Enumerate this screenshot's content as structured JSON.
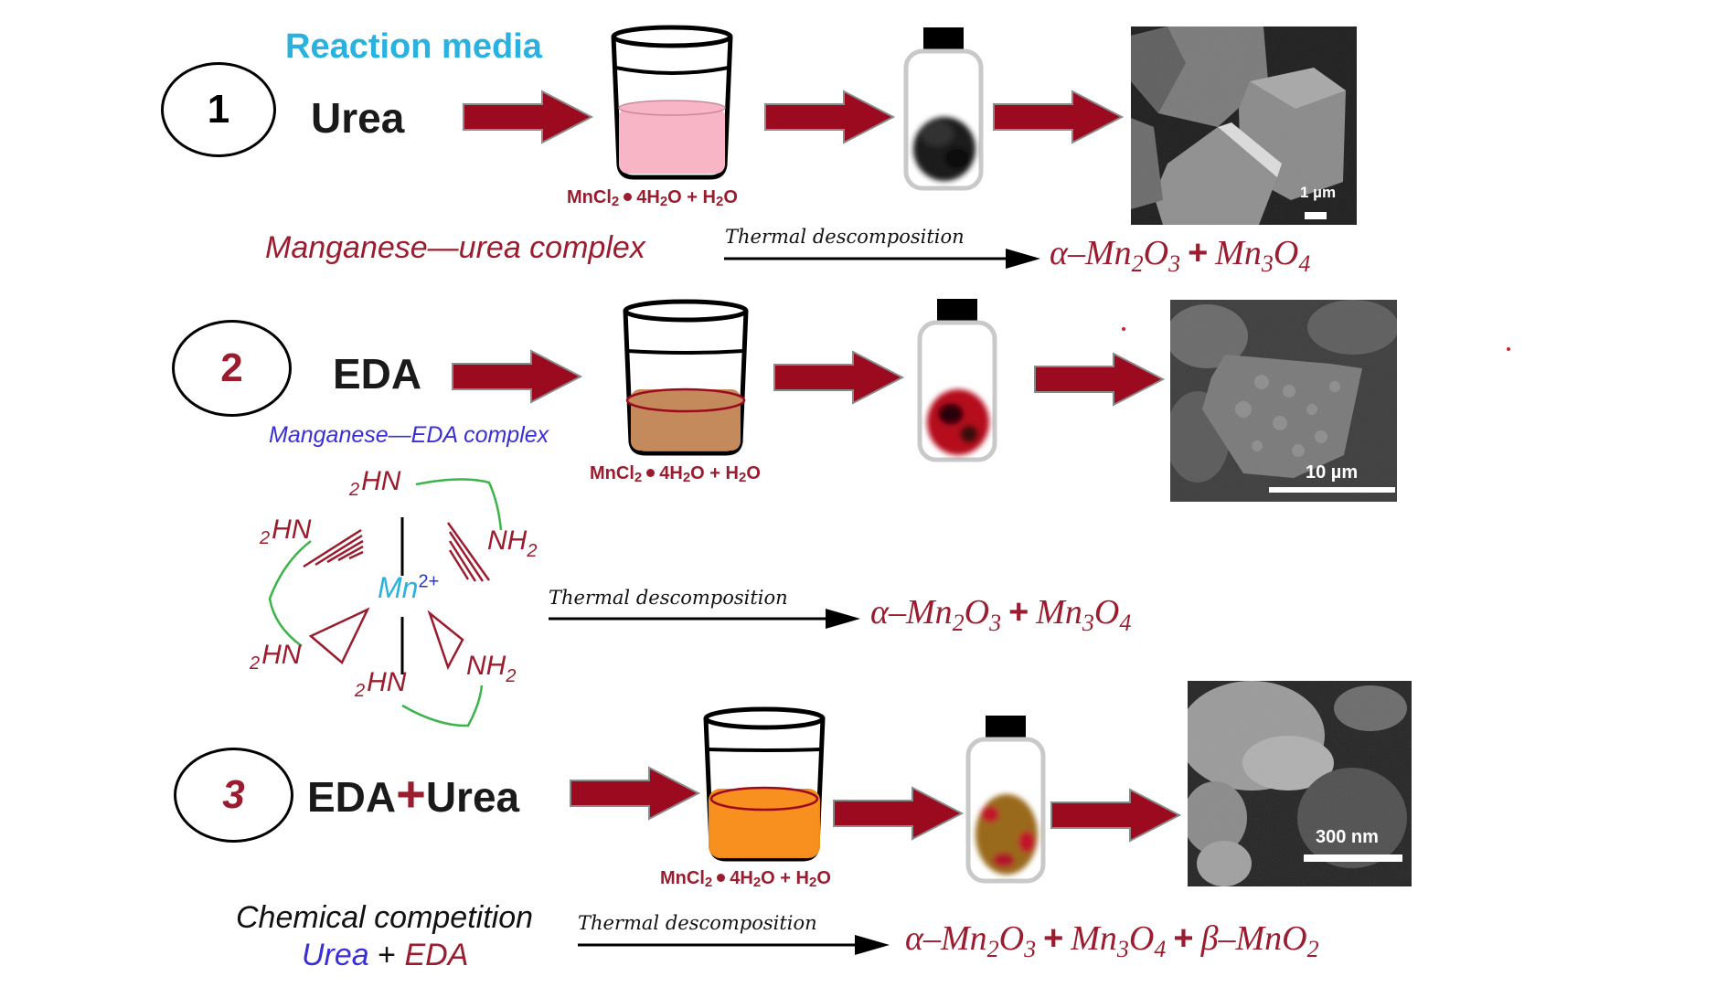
{
  "header": {
    "reaction_media_label": "Reaction media"
  },
  "colors": {
    "arrow": "#9b0a1e",
    "formula_text": "#9b1c2e",
    "title_blue": "#29b2e0",
    "complex_blue": "#3a2fd6",
    "ligand_link_green": "#3cb44b",
    "solution_step1": "#f8b5c6",
    "solution_step2": "#c48a5c",
    "solution_step3": "#f7901e"
  },
  "steps": [
    {
      "number": "1",
      "reagent": "Urea",
      "precursor": {
        "main": "MnCl",
        "sub1": "2",
        "hydrate": "4H",
        "sub2": "2",
        "o1": "O",
        "plus": "+",
        "h": "H",
        "sub3": "2",
        "o2": "O"
      },
      "product_powder": "black",
      "sem_scale": "1 µm",
      "complex_label": "Manganese—urea complex",
      "arrow_label": "Thermal descomposition",
      "products": [
        {
          "prefix": "α–",
          "base": "Mn",
          "sub": "2",
          "tail": "O",
          "tail_sub": "3"
        },
        {
          "prefix": "",
          "base": "Mn",
          "sub": "3",
          "tail": "O",
          "tail_sub": "4"
        }
      ]
    },
    {
      "number": "2",
      "reagent": "EDA",
      "complex_label": "Manganese—EDA complex",
      "precursor": {
        "main": "MnCl",
        "sub1": "2",
        "hydrate": "4H",
        "sub2": "2",
        "o1": "O",
        "plus": "+",
        "h": "H",
        "sub3": "2",
        "o2": "O"
      },
      "product_powder": "dark red",
      "sem_scale": "10 µm",
      "arrow_label": "Thermal descomposition",
      "complex_structure": {
        "center": "Mn",
        "charge": "2+",
        "ligands": [
          {
            "pre": "2",
            "text": "HN",
            "sub": ""
          },
          {
            "pre": "2",
            "text": "HN",
            "sub": ""
          },
          {
            "pre": "",
            "text": "NH",
            "sub": "2"
          },
          {
            "pre": "2",
            "text": "HN",
            "sub": ""
          },
          {
            "pre": "2",
            "text": "HN",
            "sub": ""
          },
          {
            "pre": "",
            "text": "NH",
            "sub": "2"
          }
        ]
      },
      "products": [
        {
          "prefix": "α–",
          "base": "Mn",
          "sub": "2",
          "tail": "O",
          "tail_sub": "3"
        },
        {
          "prefix": "",
          "base": "Mn",
          "sub": "3",
          "tail": "O",
          "tail_sub": "4"
        }
      ]
    },
    {
      "number": "3",
      "reagent_a": "EDA",
      "reagent_plus": "+",
      "reagent_b": "Urea",
      "precursor": {
        "main": "MnCl",
        "sub1": "2",
        "hydrate": "4H",
        "sub2": "2",
        "o1": "O",
        "plus": "+",
        "h": "H",
        "sub3": "2",
        "o2": "O"
      },
      "product_powder": "brown-red",
      "sem_scale": "300 nm",
      "competition_label": "Chemical competition",
      "competition_a": "Urea",
      "competition_plus": "+",
      "competition_b": "EDA",
      "arrow_label": "Thermal descomposition",
      "products": [
        {
          "prefix": "α–",
          "base": "Mn",
          "sub": "2",
          "tail": "O",
          "tail_sub": "3"
        },
        {
          "prefix": "",
          "base": "Mn",
          "sub": "3",
          "tail": "O",
          "tail_sub": "4"
        },
        {
          "prefix": "β–",
          "base": "Mn",
          "sub": "",
          "tail": "O",
          "tail_sub": "2"
        }
      ]
    }
  ],
  "plus_sign": "+"
}
